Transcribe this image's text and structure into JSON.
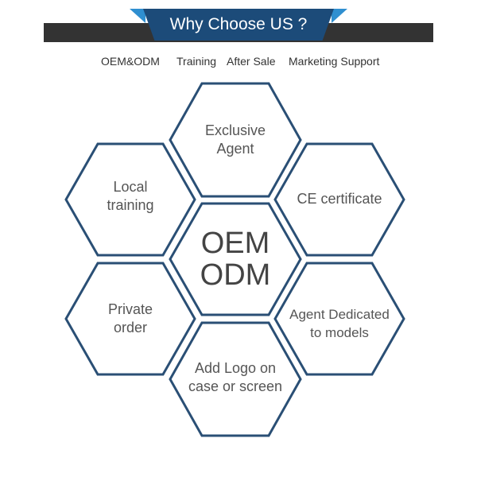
{
  "header": {
    "title": "Why Choose US ?"
  },
  "services": {
    "items": [
      "OEM&ODM",
      "Training",
      "After Sale",
      "Marketing Support"
    ]
  },
  "hexagons": {
    "center": {
      "line1": "OEM",
      "line2": "ODM"
    },
    "top": {
      "line1": "Exclusive",
      "line2": "Agent"
    },
    "upper_left": {
      "line1": "Local",
      "line2": "training"
    },
    "upper_right": {
      "line1": "CE certificate"
    },
    "lower_left": {
      "line1": "Private",
      "line2": "order"
    },
    "lower_right": {
      "line1": "Agent Dedicated",
      "line2": "to models"
    },
    "bottom": {
      "line1": "Add Logo on",
      "line2": "case or screen"
    }
  },
  "colors": {
    "hex_border": "#2a4f75",
    "banner_dark": "#333333",
    "banner_title_bg": "#1c4b79",
    "banner_accent": "#2f8fd0"
  }
}
